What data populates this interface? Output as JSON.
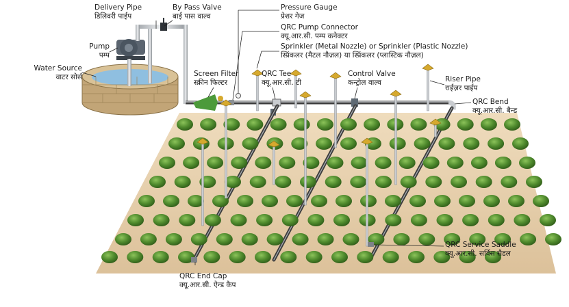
{
  "labels": {
    "delivery_pipe": {
      "en": "Delivery Pipe",
      "hi": "डिलिवरी पाईप"
    },
    "bypass_valve": {
      "en": "By Pass Valve",
      "hi": "बाई पास वाल्व"
    },
    "pressure_gauge": {
      "en": "Pressure Gauge",
      "hi": "प्रेशर गेज"
    },
    "qrc_pump_connector": {
      "en": "QRC Pump Connector",
      "hi": "क्यू.आर.सी. पम्प कनेक्टर"
    },
    "sprinkler": {
      "en": "Sprinkler (Metal Nozzle) or Sprinkler (Plastic Nozzle)",
      "hi": "स्प्रिंकलर (मैटल नौज़ल) या स्प्रिंकलर (प्लास्टिक नौज़ल)"
    },
    "pump": {
      "en": "Pump",
      "hi": "पम्प"
    },
    "water_source": {
      "en": "Water Source",
      "hi": "वाटर सोर्स"
    },
    "screen_filter": {
      "en": "Screen Filter",
      "hi": "स्क्रीन फिल्टर"
    },
    "qrc_tee": {
      "en": "QRC Tee",
      "hi": "क्यू.आर.सी. टी"
    },
    "control_valve": {
      "en": "Control Valve",
      "hi": "कन्ट्रोल वाल्व"
    },
    "riser_pipe": {
      "en": "Riser Pipe",
      "hi": "राईज़र पाईप"
    },
    "qrc_bend": {
      "en": "QRC Bend",
      "hi": "क्यू.आर.सी. बैन्ड"
    },
    "qrc_service_saddle": {
      "en": "QRC Service Saddle",
      "hi": "क्यू.आर.सी. सर्विस सैडल"
    },
    "qrc_end_cap": {
      "en": "QRC End Cap",
      "hi": "क्यू.आर.सी. ऐन्ड कैप"
    }
  },
  "colors": {
    "pipe_dark": "#3d3d3d",
    "pipe_light": "#c9ccd0",
    "soil": "#e6cfae",
    "crop": "#4f8a2d",
    "well": "#c9b084",
    "water": "#8fbfe0",
    "pump": "#5b6570",
    "sprinkler": "#d6a92e",
    "filter": "#4c9a3a"
  }
}
